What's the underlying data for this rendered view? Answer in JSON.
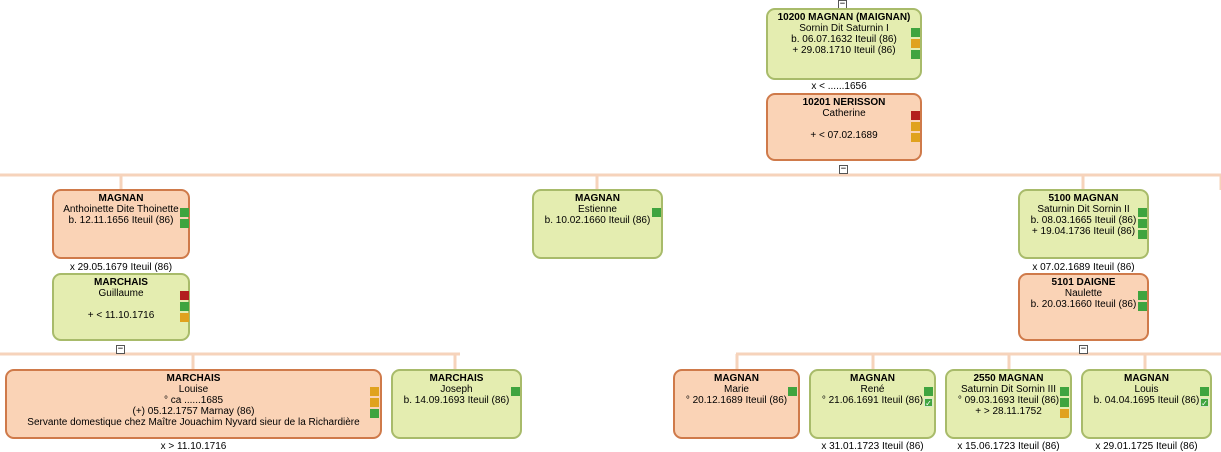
{
  "toggle_symbol": "−",
  "colors": {
    "male_bg": "#e4edb0",
    "female_bg": "#fad3b6",
    "green": "#3fa43f",
    "orange": "#e0a21e",
    "red": "#b31e1e"
  },
  "persons": {
    "p10200": {
      "name": "10200 MAGNAN (MAIGNAN)",
      "line1": "Sornin Dit Saturnin I",
      "line2": "b. 06.07.1632 Iteuil (86)",
      "line3": "+ 29.08.1710 Iteuil (86)"
    },
    "p10201": {
      "name": "10201 NERISSON",
      "line1": "Catherine",
      "line2": "",
      "line3": "+ < 07.02.1689"
    },
    "anthoinette": {
      "name": "MAGNAN",
      "line1": "Anthoinette Dite Thoinette",
      "line2": "b. 12.11.1656 Iteuil (86)"
    },
    "estienne": {
      "name": "MAGNAN",
      "line1": "Estienne",
      "line2": "b. 10.02.1660 Iteuil (86)"
    },
    "p5100": {
      "name": "5100 MAGNAN",
      "line1": "Saturnin Dit Sornin II",
      "line2": "b. 08.03.1665 Iteuil (86)",
      "line3": "+ 19.04.1736 Iteuil (86)"
    },
    "guillaume": {
      "name": "MARCHAIS",
      "line1": "Guillaume",
      "line2": "",
      "line3": "+ < 11.10.1716"
    },
    "p5101": {
      "name": "5101 DAIGNE",
      "line1": "Naulette",
      "line2": "b. 20.03.1660 Iteuil (86)"
    },
    "louise": {
      "name": "MARCHAIS",
      "line1": "Louise",
      "line2": "° ca ......1685",
      "line3": "(+) 05.12.1757 Marnay (86)",
      "line4": "Servante domestique chez Maître Jouachim Nyvard sieur de la Richardière"
    },
    "joseph": {
      "name": "MARCHAIS",
      "line1": "Joseph",
      "line2": "b. 14.09.1693 Iteuil (86)"
    },
    "marie": {
      "name": "MAGNAN",
      "line1": "Marie",
      "line2": "° 20.12.1689 Iteuil (86)"
    },
    "rene": {
      "name": "MAGNAN",
      "line1": "René",
      "line2": "° 21.06.1691 Iteuil (86)"
    },
    "p2550": {
      "name": "2550 MAGNAN",
      "line1": "Saturnin Dit Sornin III",
      "line2": "° 09.03.1693 Iteuil (86)",
      "line3": "+ > 28.11.1752"
    },
    "louis": {
      "name": "MAGNAN",
      "line1": "Louis",
      "line2": "b. 04.04.1695 Iteuil (86)"
    }
  },
  "marriages": {
    "top": "x < ......1656",
    "anthoinette": "x 29.05.1679 Iteuil (86)",
    "p5100": "x 07.02.1689 Iteuil (86)",
    "louise": "x > 11.10.1716",
    "rene": "x 31.01.1723 Iteuil (86)",
    "p2550": "x 15.06.1723 Iteuil (86)",
    "louis": "x 29.01.1725 Iteuil (86)"
  }
}
